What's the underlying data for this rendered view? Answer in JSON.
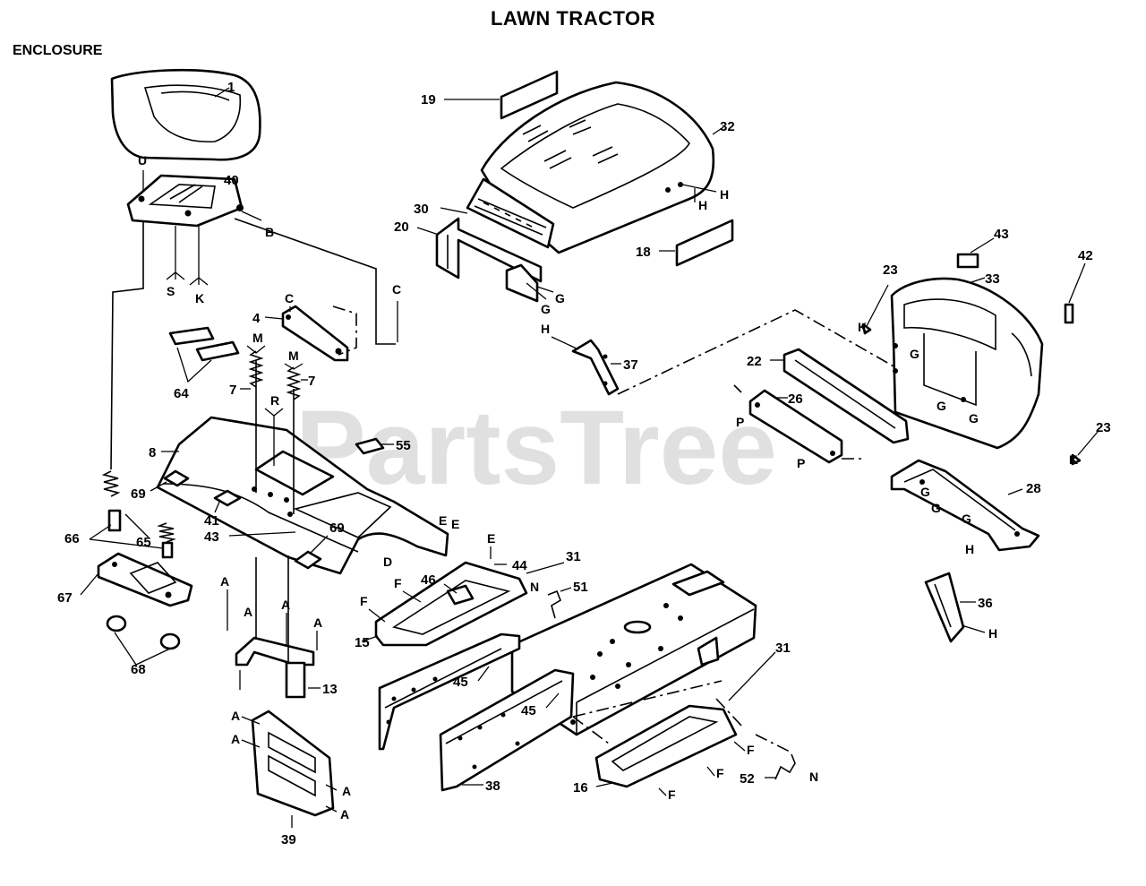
{
  "title": "LAWN TRACTOR",
  "section": "ENCLOSURE",
  "watermark": "PartsTree",
  "callouts": {
    "c1": "1",
    "c40": "40",
    "c19": "19",
    "c32": "32",
    "c30": "30",
    "c20": "20",
    "c18": "18",
    "c43a": "43",
    "c42": "42",
    "c33": "33",
    "c23a": "23",
    "c23b": "23",
    "c4": "4",
    "c7a": "7",
    "c7b": "7",
    "c64": "64",
    "c37": "37",
    "c22": "22",
    "c26": "26",
    "c8": "8",
    "c55": "55",
    "c69a": "69",
    "c69b": "69",
    "c41": "41",
    "c43b": "43",
    "c66": "66",
    "c65": "65",
    "c67": "67",
    "c68": "68",
    "c28": "28",
    "c36": "36",
    "c44": "44",
    "c31a": "31",
    "c46": "46",
    "c51": "51",
    "c15": "15",
    "c45a": "45",
    "c45b": "45",
    "c13": "13",
    "c31b": "31",
    "c38": "38",
    "c16": "16",
    "c52": "52",
    "c39": "39"
  },
  "refs": {
    "u": "U",
    "b": "B",
    "s": "S",
    "k1": "K",
    "c1": "C",
    "c2": "C",
    "m1": "M",
    "m2": "M",
    "r": "R",
    "h1": "H",
    "h2": "H",
    "h3": "H",
    "h4": "H",
    "h5": "H",
    "g1": "G",
    "g2": "G",
    "g3": "G",
    "g4": "G",
    "g5": "G",
    "g6": "G",
    "g7": "G",
    "g8": "G",
    "k2": "K",
    "k3": "K",
    "p1": "P",
    "p2": "P",
    "e1": "E",
    "e2": "E",
    "e3": "E",
    "d": "D",
    "f1": "F",
    "f2": "F",
    "f3": "F",
    "f4": "F",
    "f5": "F",
    "n1": "N",
    "n2": "N",
    "a1": "A",
    "a2": "A",
    "a3": "A",
    "a4": "A",
    "a5": "A",
    "a6": "A",
    "a7": "A",
    "a8": "A"
  }
}
